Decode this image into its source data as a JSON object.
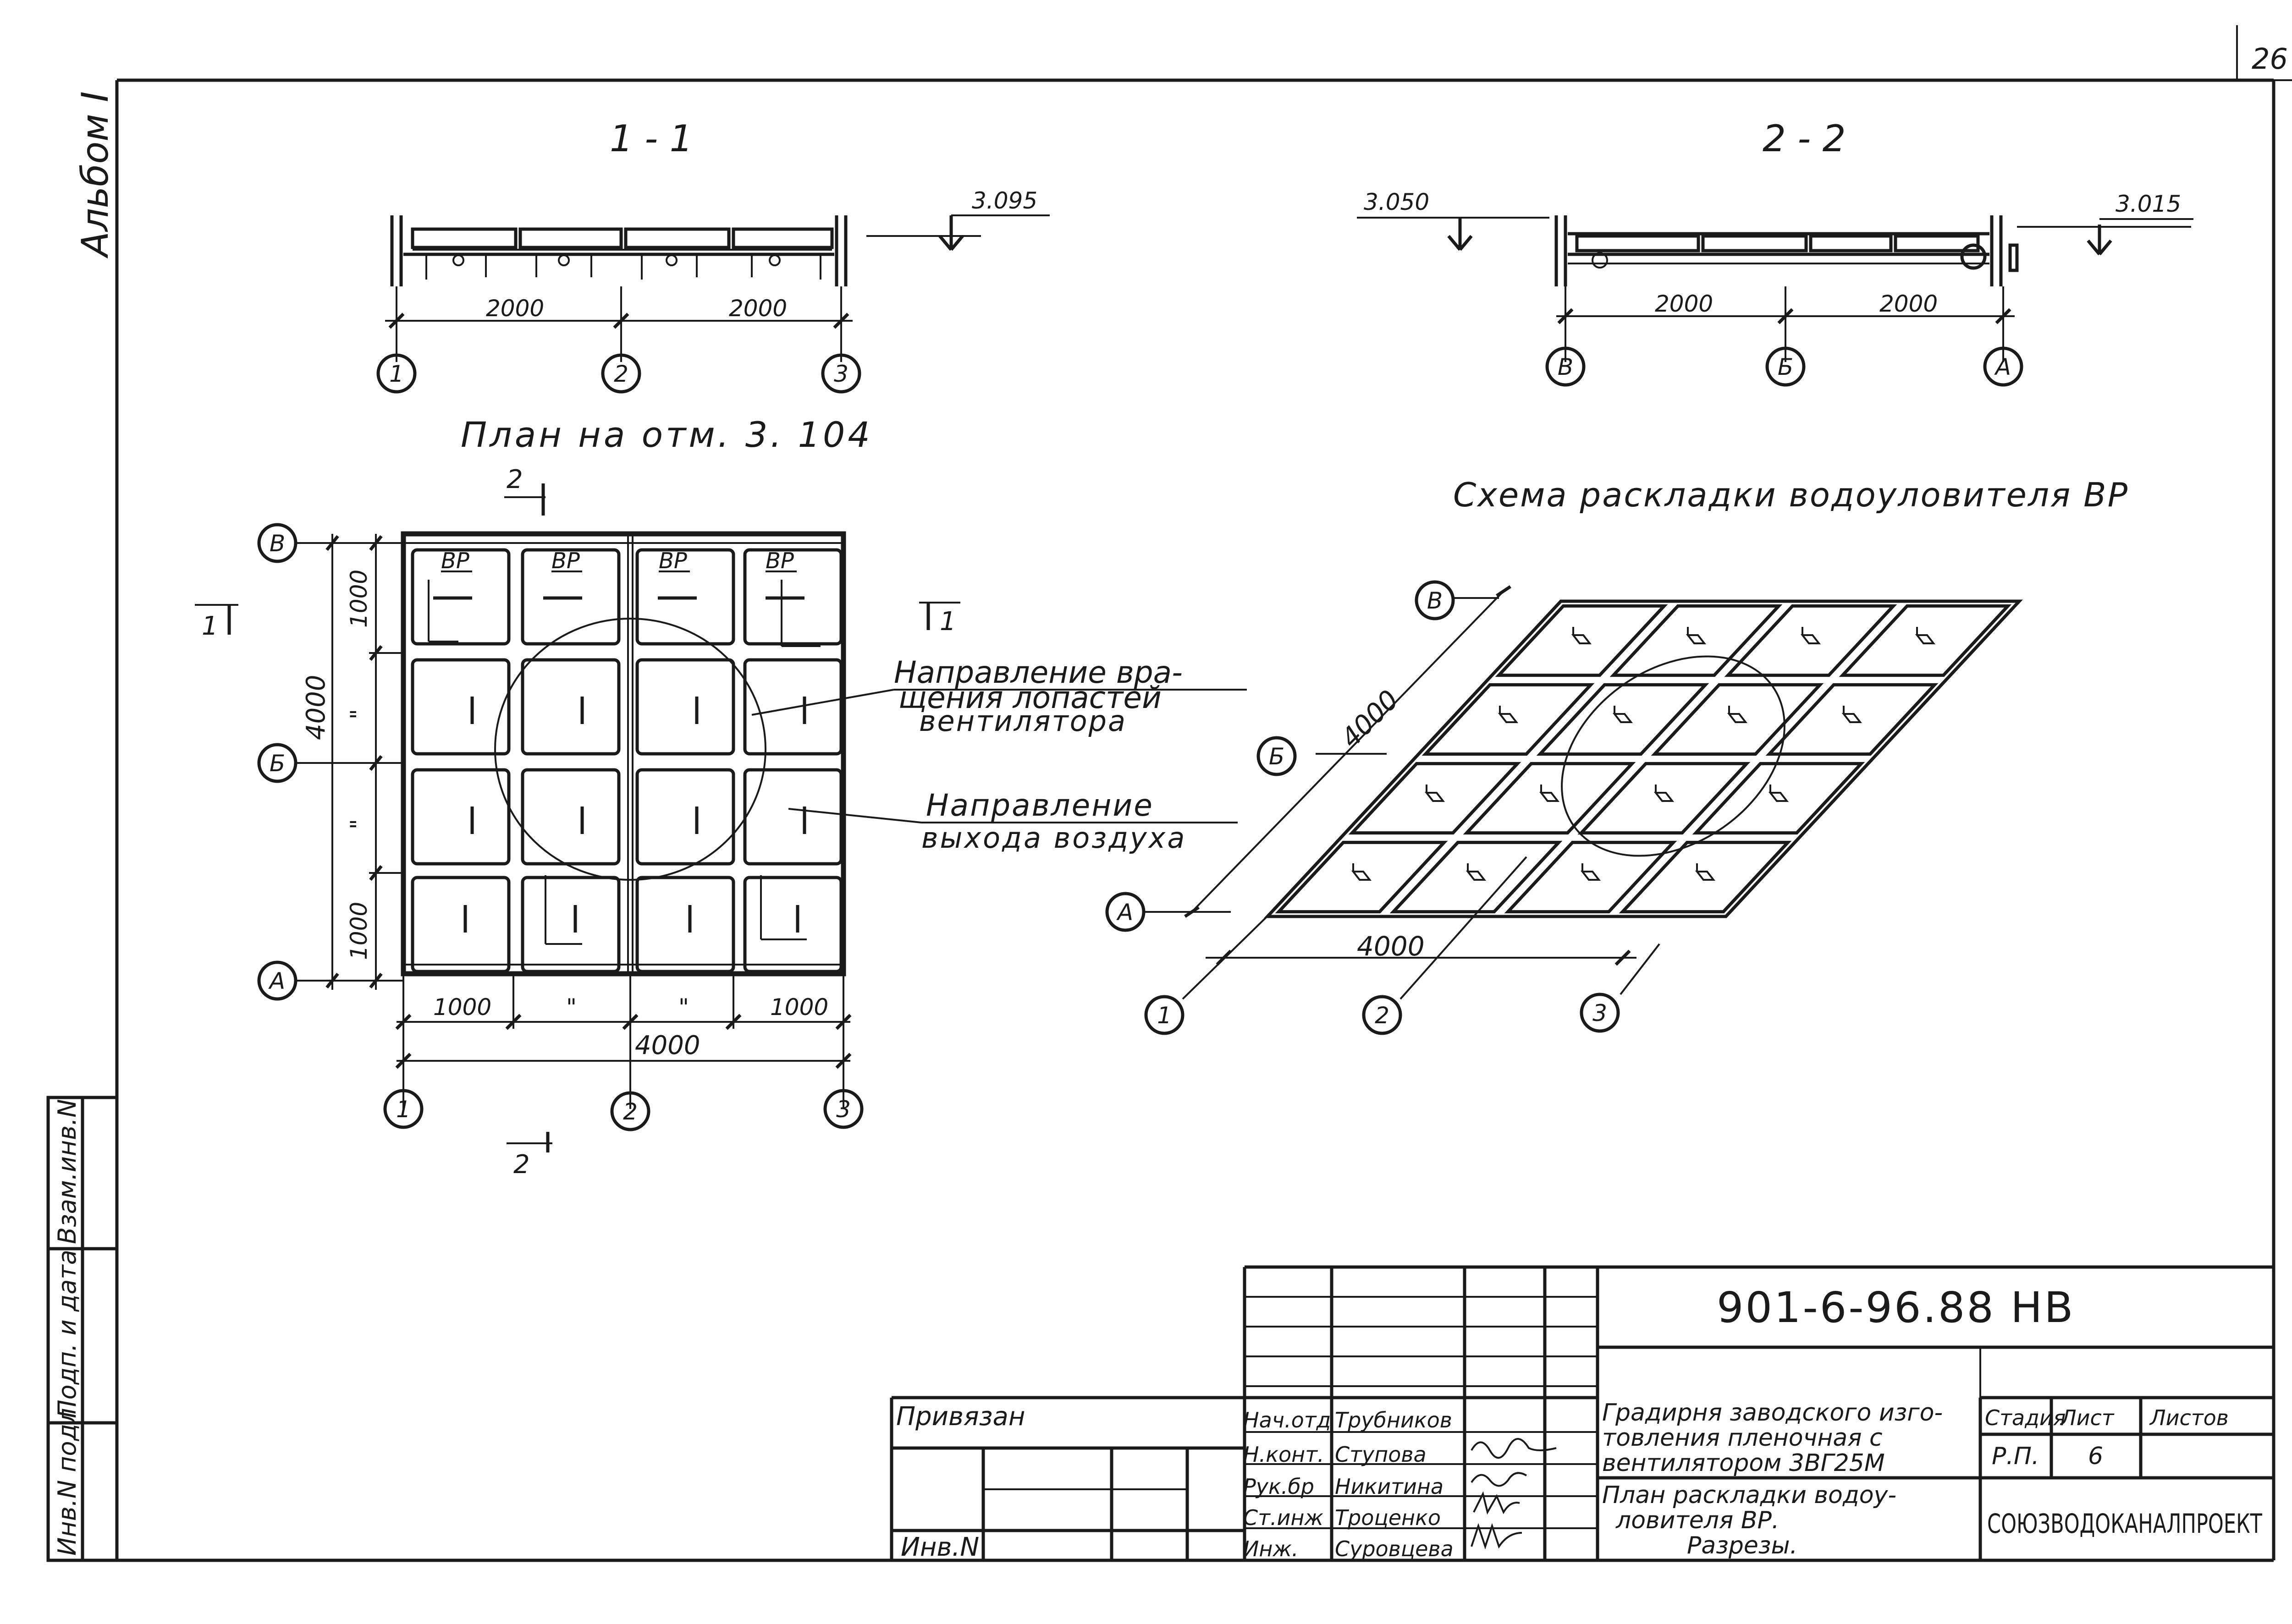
{
  "sheet_number": "26",
  "album_label": "Альбом I",
  "section_1_1": {
    "title": "1 - 1",
    "elevation": "3.095",
    "dims": [
      "2000",
      "2000"
    ],
    "axes": [
      "1",
      "2",
      "3"
    ]
  },
  "section_2_2": {
    "title": "2 - 2",
    "elevation_left": "3.050",
    "elevation_right": "3.015",
    "dims": [
      "2000",
      "2000"
    ],
    "axes": [
      "В",
      "Б",
      "А"
    ]
  },
  "plan": {
    "title": "План  на  отм. 3. 104",
    "cell_labels": [
      "ВР",
      "ВР",
      "ВР",
      "ВР"
    ],
    "vertical_dims": [
      "1000",
      "\"",
      "\"",
      "1000"
    ],
    "vertical_total": "4000",
    "horizontal_dims": [
      "1000",
      "\"",
      "\"",
      "1000"
    ],
    "horizontal_total": "4000",
    "row_axes": [
      "В",
      "Б",
      "А"
    ],
    "col_axes": [
      "1",
      "2",
      "3"
    ],
    "cut_marks": {
      "left": "1",
      "right": "1",
      "top": "2",
      "bottom": "2"
    },
    "callout_rotation": "Направление вра- щения лопастей вентилятора",
    "callout_rotation_lines": [
      "Направление вра-",
      "щения лопастей",
      "вентилятора"
    ],
    "callout_air_lines": [
      "Направление",
      "выхода воздуха"
    ]
  },
  "scheme": {
    "title": "Схема раскладки водоуловителя ВР",
    "dim_diag": "4000",
    "dim_bottom": "4000",
    "row_axes": [
      "В",
      "Б",
      "А"
    ],
    "col_axes": [
      "1",
      "2",
      "3"
    ]
  },
  "side_stamp": {
    "cells": [
      "Инв.N подл",
      "Подп. и дата",
      "Взам.инв.N"
    ]
  },
  "title_block": {
    "code": "901-6-96.88 НВ",
    "privyazan": "Привязан",
    "inv": "Инв.N",
    "staff": [
      {
        "role": "Нач.отд",
        "name": "Трубников"
      },
      {
        "role": "Н.конт.",
        "name": "Ступова"
      },
      {
        "role": "Рук.бр",
        "name": "Никитина"
      },
      {
        "role": "Ст.инж",
        "name": "Троценко"
      },
      {
        "role": "Инж.",
        "name": "Суровцева"
      }
    ],
    "project_title_lines": [
      "Градирня заводского изго-",
      "товления пленочная с",
      "вентилятором 3ВГ25М"
    ],
    "sheet_title_lines": [
      "План раскладки водоу-",
      "ловителя ВР.",
      "Разрезы."
    ],
    "headers": {
      "stage": "Стадия",
      "sheet": "Лист",
      "sheets": "Листов"
    },
    "stage": "Р.П.",
    "sheet": "6",
    "org": "СОЮЗВОДОКАНАЛПРОЕКТ"
  }
}
